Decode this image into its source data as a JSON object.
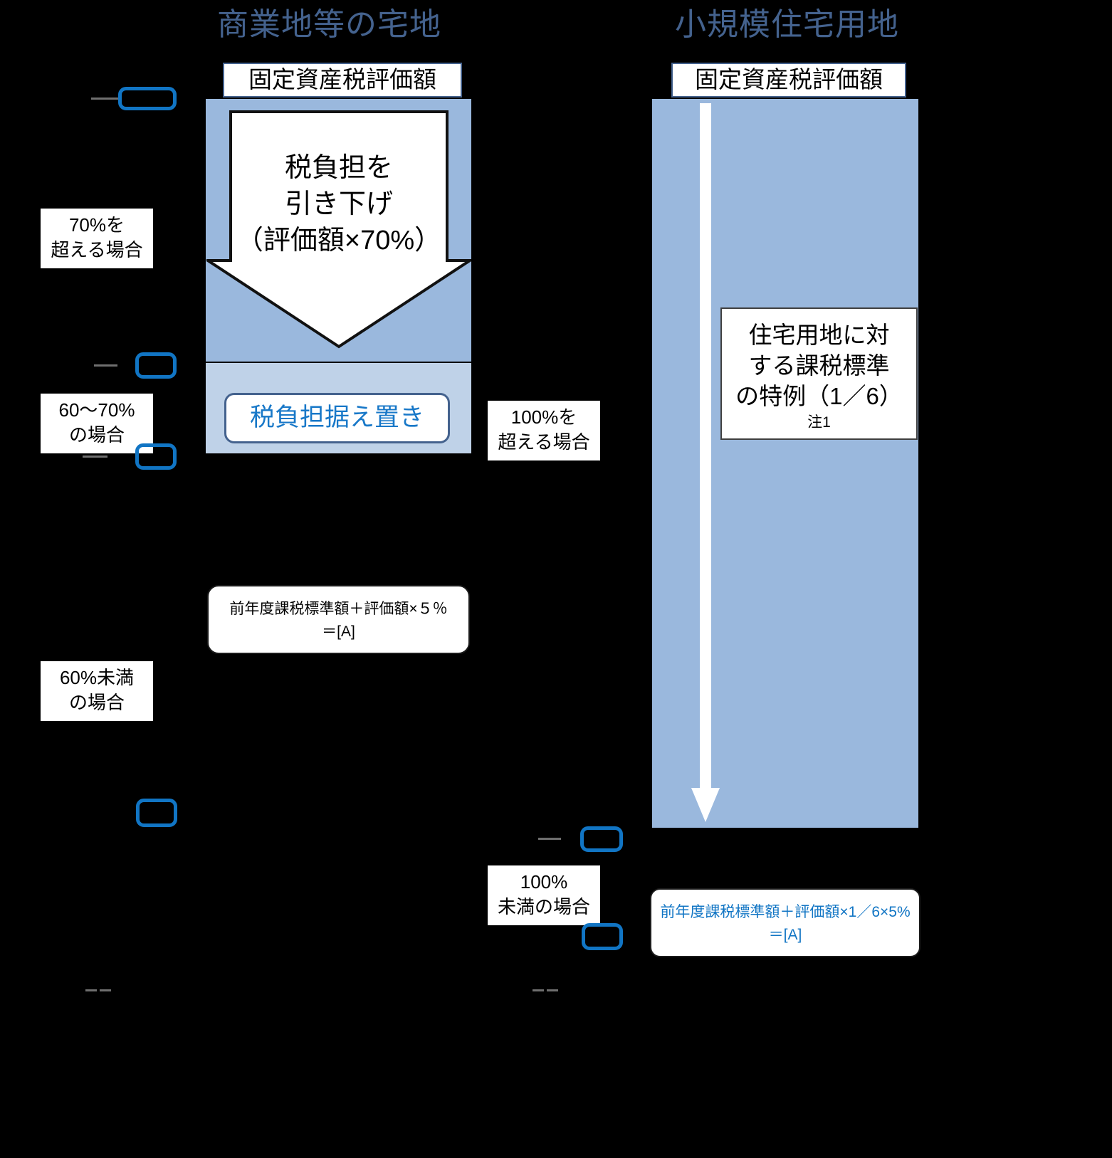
{
  "page": {
    "background_color": "#000000",
    "title_color": "#44628e",
    "bar_color_dark": "#9ab8dd",
    "bar_color_light": "#bfd2e8",
    "redaction_color": "#1175c4",
    "accent_text_color": "#1175c4"
  },
  "columns": [
    {
      "title": "商業地等の宅地",
      "header_box": "固定資産税評価額",
      "arrow_label_lines": [
        "税負担を",
        "引き下げ",
        "（評価額×70%）"
      ],
      "pill_label": "税負担据え置き",
      "formula_lines": [
        "前年度課税標準額＋評価額×５％",
        "＝[A]"
      ]
    },
    {
      "title": "小規模住宅用地",
      "header_box": "固定資産税評価額",
      "spec_box_lines": [
        "住宅用地に対",
        "する課税標準",
        "の特例（1／6）"
      ],
      "spec_box_note": "注1",
      "formula_lines": [
        "前年度課税標準額＋評価額×1／6×5%",
        "＝[A]"
      ]
    }
  ],
  "conditions": [
    {
      "name": "over-70",
      "lines": [
        "70%を",
        "超える場合"
      ]
    },
    {
      "name": "60-to-70",
      "lines": [
        "60〜70%",
        "の場合"
      ]
    },
    {
      "name": "under-60",
      "lines": [
        "60%未満",
        "の場合"
      ]
    },
    {
      "name": "over-100",
      "lines": [
        "100%を",
        "超える場合"
      ]
    },
    {
      "name": "under-100",
      "lines": [
        "100%",
        "未満の場合"
      ]
    }
  ],
  "redactions": [
    {
      "name": "redaction-1",
      "label": ""
    },
    {
      "name": "redaction-2",
      "label": ""
    },
    {
      "name": "redaction-3",
      "label": ""
    },
    {
      "name": "redaction-4",
      "label": ""
    },
    {
      "name": "redaction-5",
      "label": ""
    },
    {
      "name": "redaction-6",
      "label": ""
    },
    {
      "name": "redaction-7",
      "label": ""
    }
  ]
}
